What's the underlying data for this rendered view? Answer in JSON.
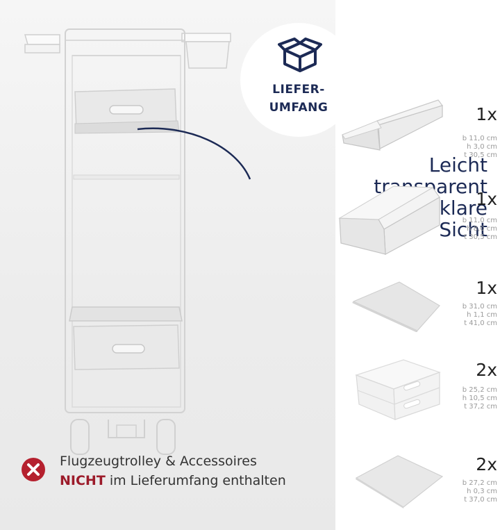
{
  "callout": {
    "lines": [
      "Leicht",
      "transparent",
      "für klare",
      "Sicht"
    ]
  },
  "bubble": {
    "line1": "LIEFER-",
    "line2": "UMFANG",
    "icon": "box-icon"
  },
  "notice": {
    "icon": "close-icon",
    "line1": "Flugzeugtrolley & Accessoires",
    "line2_strong": "NICHT",
    "line2_rest": " im Lieferumfang enthalten"
  },
  "colors": {
    "navy": "#1c2a55",
    "red": "#9c1b2a",
    "warn_icon": "#b5202e"
  },
  "items": [
    {
      "qty": "1x",
      "dims": [
        "b 11,0 cm",
        "h 3,0 cm",
        "t 30,5 cm"
      ]
    },
    {
      "qty": "1x",
      "dims": [
        "b 11,0 cm",
        "h 8,0 cm",
        "t 30,5 cm"
      ]
    },
    {
      "qty": "1x",
      "dims": [
        "b 31,0 cm",
        "h 1,1 cm",
        "t 41,0 cm"
      ]
    },
    {
      "qty": "2x",
      "dims": [
        "b 25,2 cm",
        "h 10,5 cm",
        "t 37,2 cm"
      ]
    },
    {
      "qty": "2x",
      "dims": [
        "b 27,2 cm",
        "h 0,3 cm",
        "t 37,0 cm"
      ]
    }
  ]
}
